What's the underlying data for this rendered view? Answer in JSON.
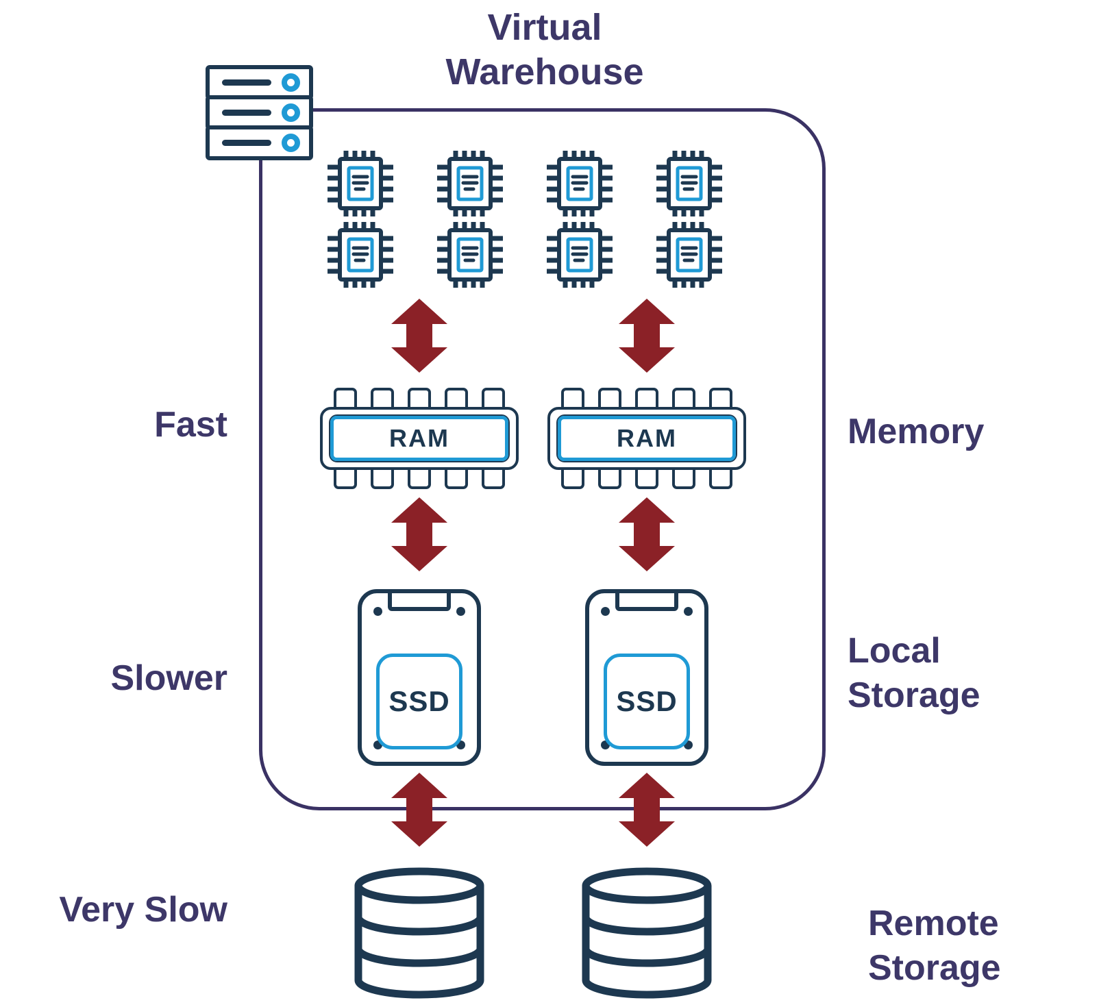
{
  "title": {
    "line1": "Virtual",
    "line2": "Warehouse"
  },
  "speed_labels": {
    "fast": "Fast",
    "slower": "Slower",
    "very_slow": "Very Slow"
  },
  "tier_labels": {
    "memory": "Memory",
    "local_storage": "Local Storage",
    "remote_storage": "Remote Storage"
  },
  "components": {
    "ram_label": "RAM",
    "ssd_label": "SSD"
  },
  "icons": {
    "server": "server-rack-icon",
    "cpu": "cpu-chip-icon",
    "ram": "ram-module-icon",
    "ssd": "ssd-drive-icon",
    "database": "database-cylinder-icon",
    "arrow": "bidirectional-arrow-icon"
  },
  "counts": {
    "cpu_chips": 8,
    "ram_modules": 2,
    "ssd_drives": 2,
    "remote_databases": 2
  },
  "colors": {
    "outline_purple": "#3a3264",
    "text_purple": "#3d3768",
    "icon_navy": "#1d3850",
    "accent_blue": "#1f9ad5",
    "arrow_red": "#8b2127",
    "background": "#ffffff"
  }
}
